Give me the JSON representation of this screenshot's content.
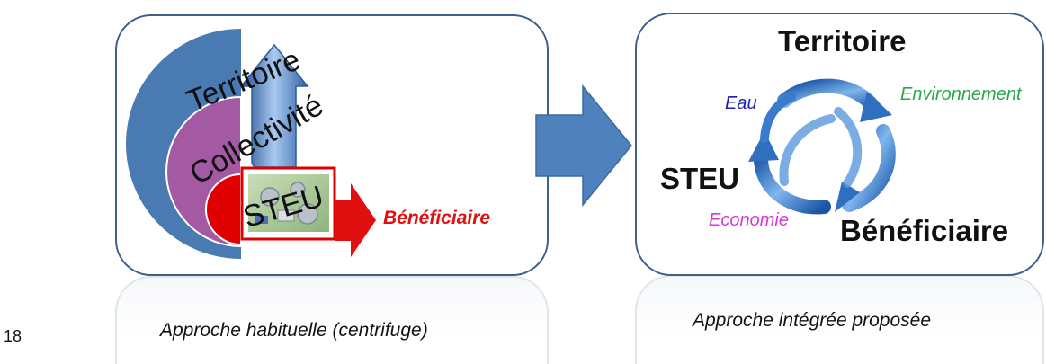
{
  "left_panel": {
    "labels": {
      "territoire": "Territoire",
      "collectivite": "Collectivité",
      "steu": "STEU",
      "beneficiaire": "Bénéficiaire"
    },
    "caption": "Approche habituelle (centrifuge)"
  },
  "right_panel": {
    "labels": {
      "territoire": "Territoire",
      "steu": "STEU",
      "beneficiaire": "Bénéficiaire",
      "eau": "Eau",
      "environnement": "Environnement",
      "economie": "Economie"
    },
    "caption": "Approche intégrée proposée"
  },
  "page_number": "18",
  "colors": {
    "panel_border": "#3c5f8c",
    "outer_arc": "#4a7ab2",
    "middle_arc": "#a45aa3",
    "inner_arc": "#e00000",
    "arrow_blue": "#4f81bd",
    "beneficiaire_red": "#e01010",
    "eau_blue": "#1f1fb0",
    "environnement_green": "#2aa84a",
    "economie_magenta": "#d43ad4"
  },
  "icons": [
    "up-arrow-icon",
    "right-arrow-icon",
    "cycle-arrows-icon",
    "plant-photo-icon"
  ]
}
